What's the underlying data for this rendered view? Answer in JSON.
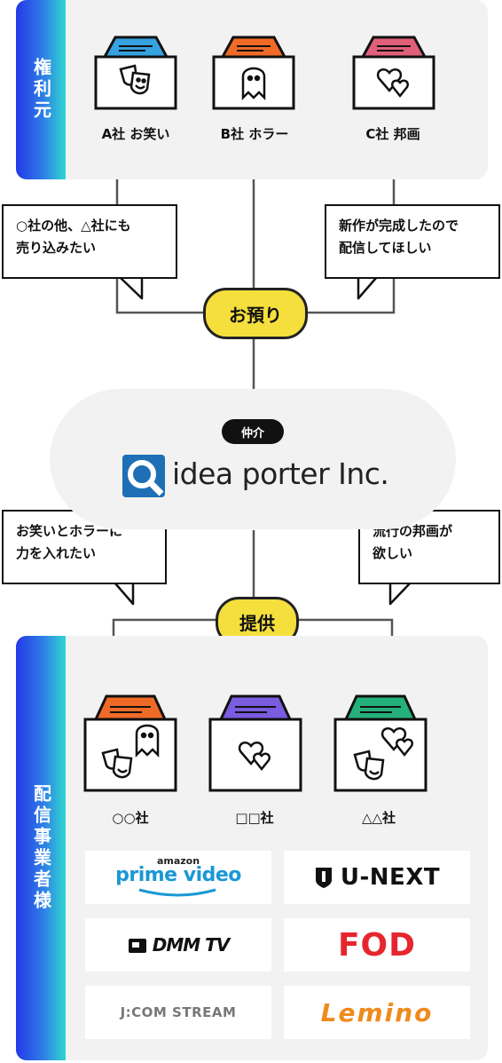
{
  "rights_holders": {
    "side_label": "権利元",
    "companies": [
      {
        "label": "A社 お笑い",
        "roof_color": "#36a2e0",
        "icon": "comedy-masks-icon"
      },
      {
        "label": "B社 ホラー",
        "roof_color": "#f06a27",
        "icon": "ghost-icon"
      },
      {
        "label": "C社 邦画",
        "roof_color": "#e0607a",
        "icon": "hearts-icon"
      }
    ]
  },
  "bubbles": {
    "left_top": "○社の他、△社にも\n売り込みたい",
    "right_top": "新作が完成したので\n配信してほしい",
    "left_bottom": "お笑いとホラーに\n力を入れたい",
    "right_bottom": "流行の邦画が\n欲しい"
  },
  "pills": {
    "deposit": "お預り",
    "provide": "提供"
  },
  "center": {
    "tag": "仲介",
    "company": "idea porter Inc."
  },
  "distributors": {
    "side_label": "配信事業者様",
    "companies": [
      {
        "label": "○○社",
        "roof_color": "#f06a27",
        "icons": [
          "ghost-icon",
          "comedy-masks-icon"
        ]
      },
      {
        "label": "□□社",
        "roof_color": "#7a5ce0",
        "icons": [
          "hearts-icon"
        ]
      },
      {
        "label": "△△社",
        "roof_color": "#24b07a",
        "icons": [
          "hearts-icon",
          "comedy-masks-icon"
        ]
      }
    ],
    "logos": [
      {
        "line1": "amazon",
        "line2": "prime video"
      },
      {
        "text": "U-NEXT"
      },
      {
        "text": "DMM TV"
      },
      {
        "text": "FOD"
      },
      {
        "text": "J:COM STREAM"
      },
      {
        "text": "Lemino"
      }
    ]
  },
  "colors": {
    "accent_yellow": "#f5df3d",
    "line_gray": "#555555",
    "fod_red": "#e6262e",
    "lemino_orange": "#f08a1c",
    "prime_blue": "#1a98d5",
    "jcom_orange": "#e8792d"
  }
}
